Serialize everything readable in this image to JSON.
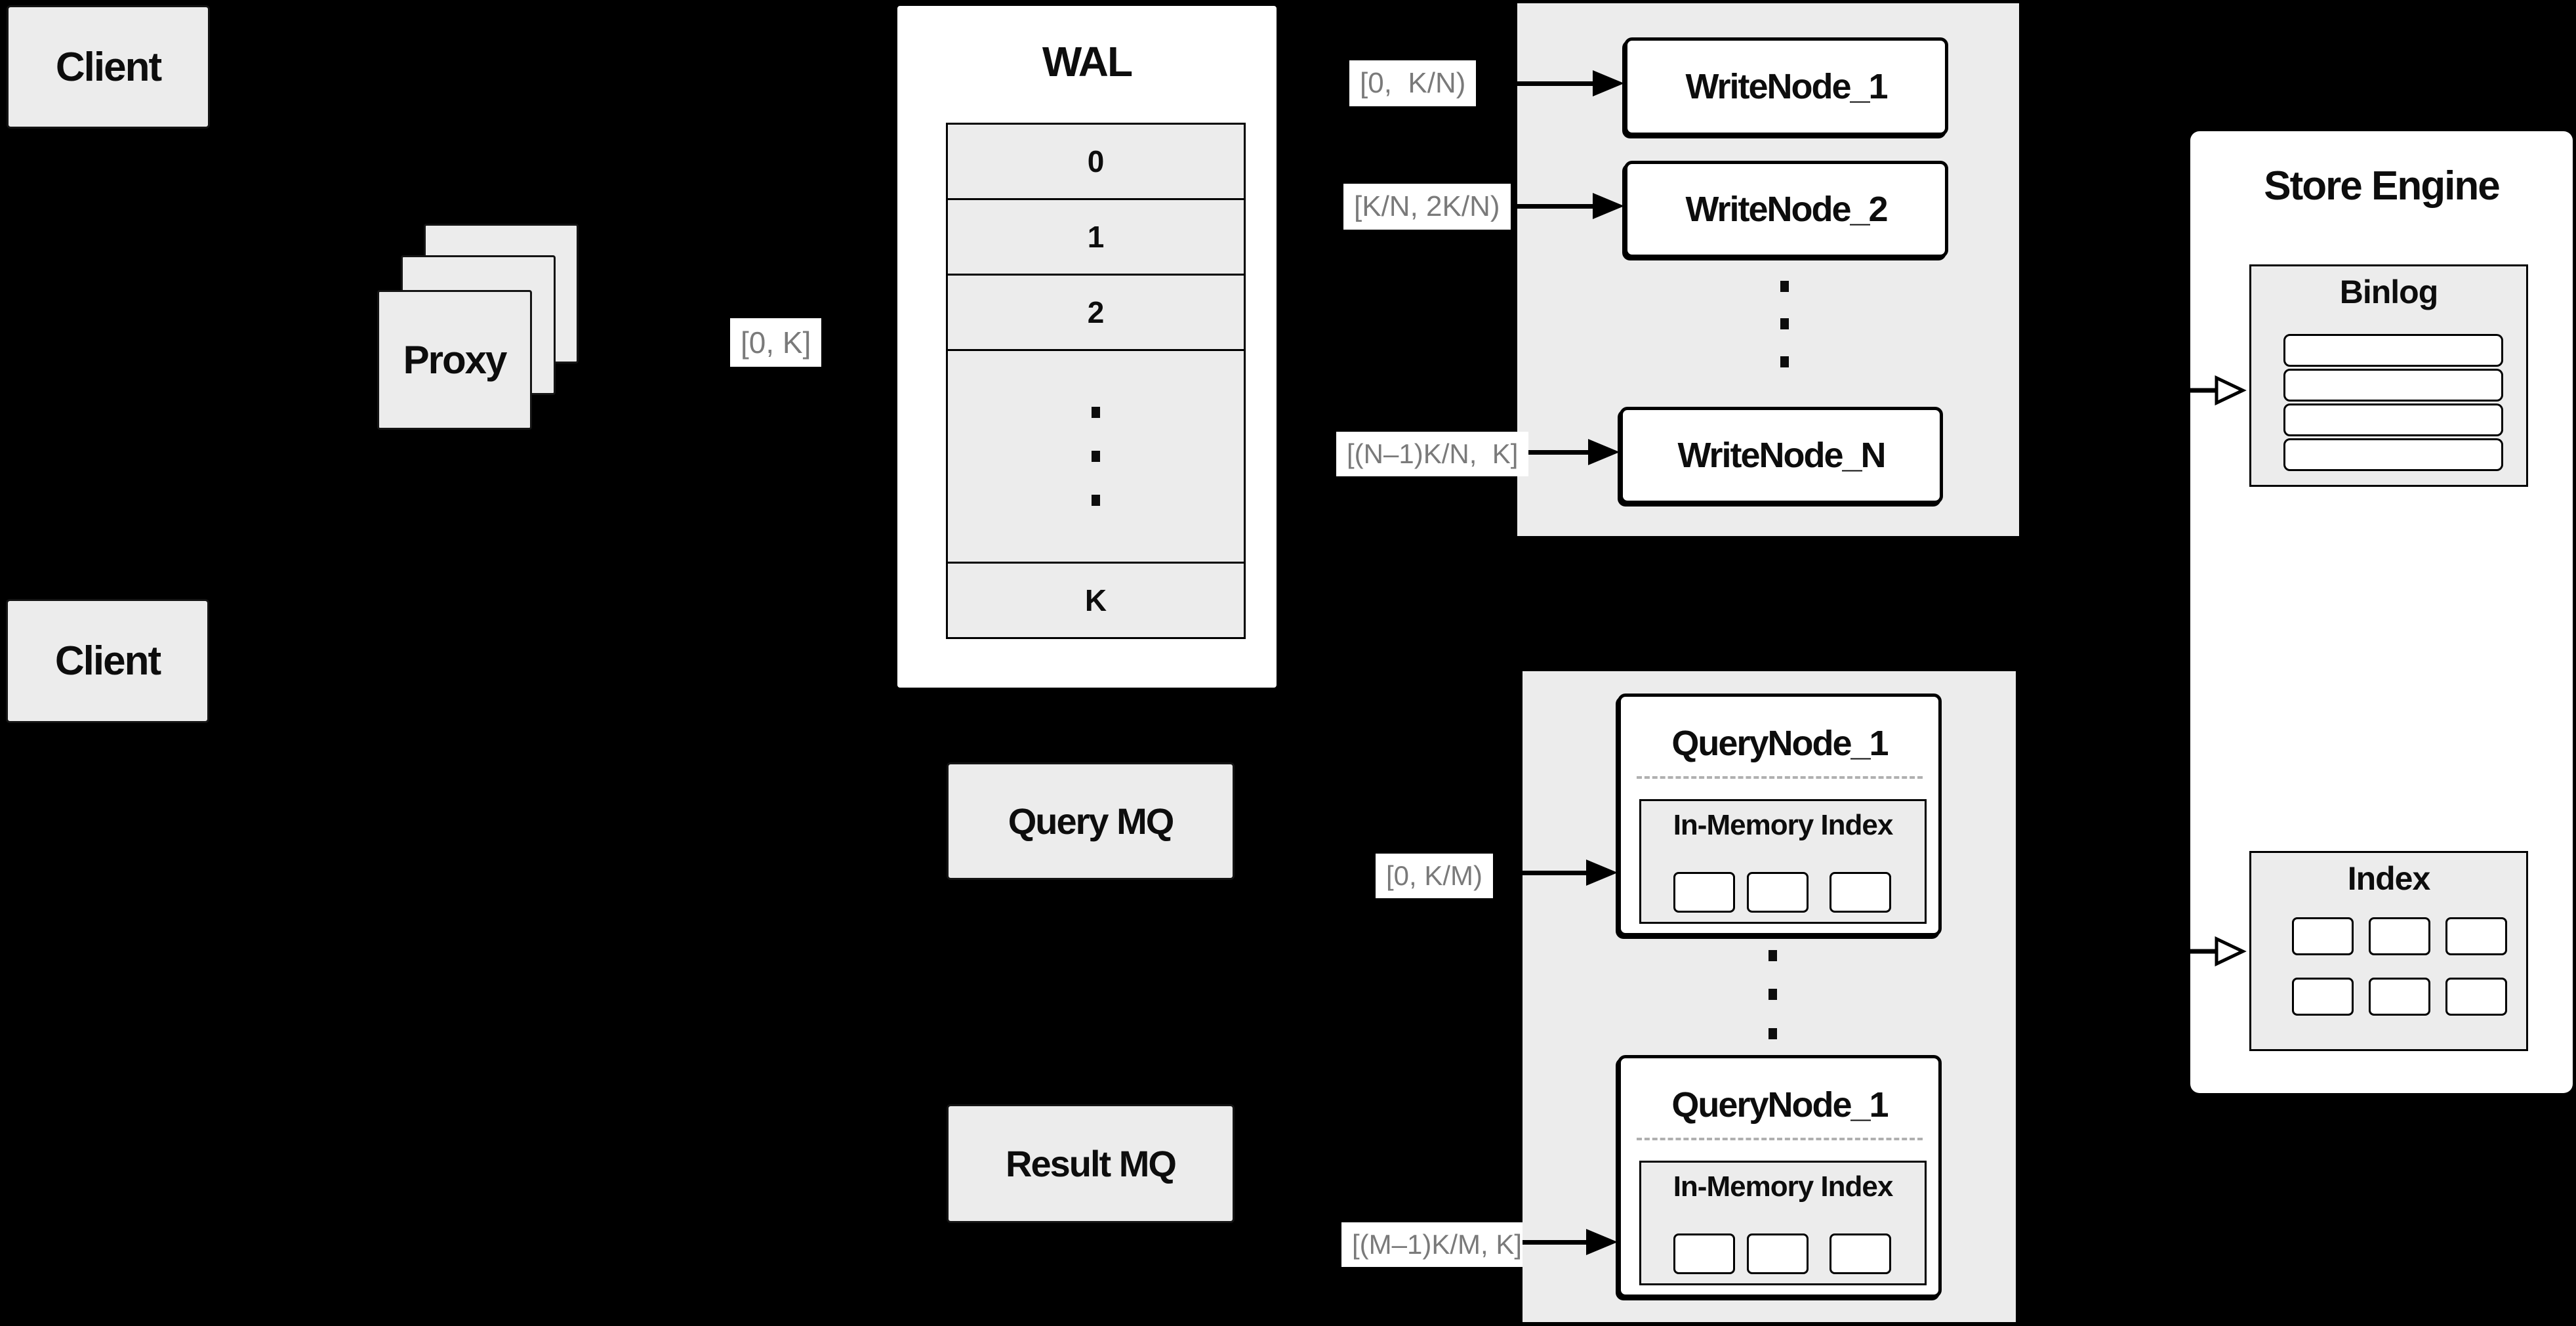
{
  "diagram": {
    "clients": {
      "top": "Client",
      "bottom": "Client"
    },
    "proxy": {
      "title": "Proxy",
      "range": "[0, K]"
    },
    "wal": {
      "title": "WAL",
      "rows": [
        "0",
        "1",
        "2"
      ],
      "last_row": "K"
    },
    "write_nodes": {
      "ranges": [
        "[0,  K/N)",
        "[K/N, 2K/N)",
        "[(N–1)K/N,  K]"
      ],
      "nodes": [
        "WriteNode_1",
        "WriteNode_2",
        "WriteNode_N"
      ]
    },
    "mq": {
      "query": "Query MQ",
      "result": "Result MQ"
    },
    "query_nodes": {
      "ranges": [
        "[0, K/M)",
        "[(M–1)K/M, K]"
      ],
      "nodes": [
        {
          "title": "QueryNode_1",
          "inner": "In-Memory Index"
        },
        {
          "title": "QueryNode_1",
          "inner": "In-Memory Index"
        }
      ]
    },
    "store_engine": {
      "title": "Store Engine",
      "binlog": "Binlog",
      "index": "Index"
    },
    "colors": {
      "background": "#000000",
      "panel_gray": "#ececec",
      "box_white": "#ffffff",
      "border_black": "#0d0d0d",
      "label_text_gray": "#7a7a7a"
    }
  }
}
